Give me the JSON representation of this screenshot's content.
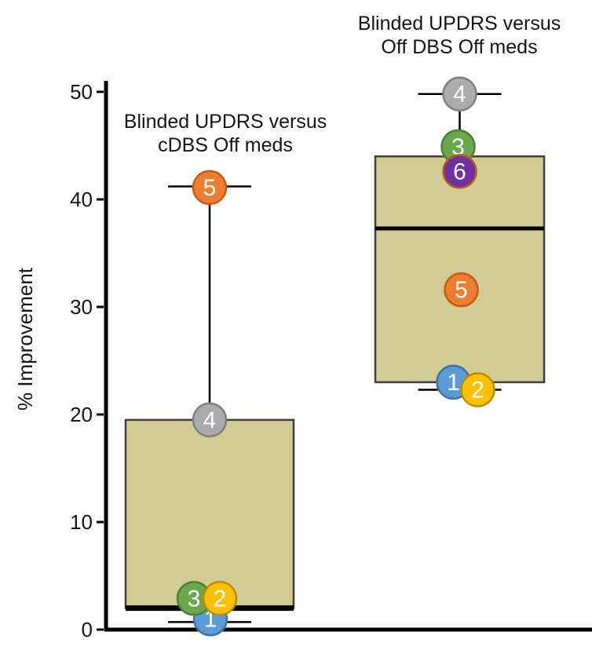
{
  "chart_data": {
    "type": "boxplot",
    "ylabel": "% Improvement",
    "ylim": [
      0,
      50
    ],
    "yticks": [
      0,
      10,
      20,
      30,
      40,
      50
    ],
    "grid": false,
    "colors": {
      "box_fill": "#D2CC94",
      "box_border": "#3F3F3F",
      "median": "#000000",
      "whisker": "#000000",
      "axis": "#000000",
      "point_number_text": "#FFFFFF",
      "title_text": "#151515"
    },
    "patients": [
      {
        "id": 1,
        "color": "#5B9BD5",
        "border": "#41719C"
      },
      {
        "id": 2,
        "color": "#FFC000",
        "border": "#BC8C00"
      },
      {
        "id": 3,
        "color": "#6AA84F",
        "border": "#4E7E32"
      },
      {
        "id": 4,
        "color": "#ABABAB",
        "border": "#7F7F7F"
      },
      {
        "id": 5,
        "color": "#ED7D31",
        "border": "#C55A11"
      },
      {
        "id": 6,
        "color": "#7030A0",
        "border": "#BA5D0E"
      }
    ],
    "groups": [
      {
        "id": "cdbs-off-meds",
        "title_line1": "Blinded UPDRS versus",
        "title_line2": "cDBS Off meds",
        "box": {
          "q1": 2.0,
          "median": 2.0,
          "q3": 19.5,
          "whisker_low": 0.7,
          "whisker_high": 41.2
        },
        "points": [
          {
            "patient": 5,
            "value": 41.1,
            "dx": 0
          },
          {
            "patient": 4,
            "value": 19.5,
            "dx": 0
          },
          {
            "patient": 1,
            "value": 1.0,
            "dx": 1
          },
          {
            "patient": 3,
            "value": 2.9,
            "dx": -20
          },
          {
            "patient": 2,
            "value": 2.9,
            "dx": 13
          }
        ]
      },
      {
        "id": "off-dbs-off-meds",
        "title_line1": "Blinded UPDRS versus",
        "title_line2": "Off DBS Off meds",
        "box": {
          "q1": 23.0,
          "median": 37.3,
          "q3": 44.0,
          "whisker_low": 22.3,
          "whisker_high": 49.8
        },
        "points": [
          {
            "patient": 4,
            "value": 49.8,
            "dx": 0
          },
          {
            "patient": 3,
            "value": 44.9,
            "dx": -2
          },
          {
            "patient": 6,
            "value": 42.6,
            "dx": 0
          },
          {
            "patient": 5,
            "value": 31.6,
            "dx": 2
          },
          {
            "patient": 1,
            "value": 23.0,
            "dx": -8
          },
          {
            "patient": 2,
            "value": 22.3,
            "dx": 23
          }
        ]
      }
    ]
  }
}
